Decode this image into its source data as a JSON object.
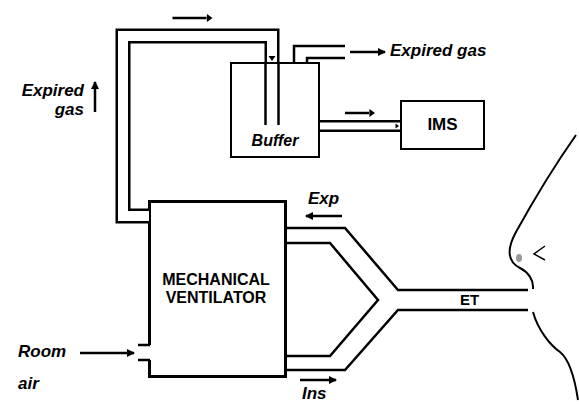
{
  "diagram": {
    "nodes": [
      {
        "text": [
          "MECHANICAL VENTILATOR"
        ]
      },
      {
        "text": [
          "Buffer"
        ]
      },
      {
        "text": [
          "IMS"
        ]
      }
    ],
    "edges": [
      {
        "from": 0,
        "to": 1,
        "arrow": "to"
      },
      {
        "from": 1,
        "to": 2,
        "arrow": "to"
      }
    ],
    "labels": [
      "Expired gas",
      "Expired gas",
      "Exp",
      "ET",
      "Room air",
      "Ins"
    ]
  }
}
